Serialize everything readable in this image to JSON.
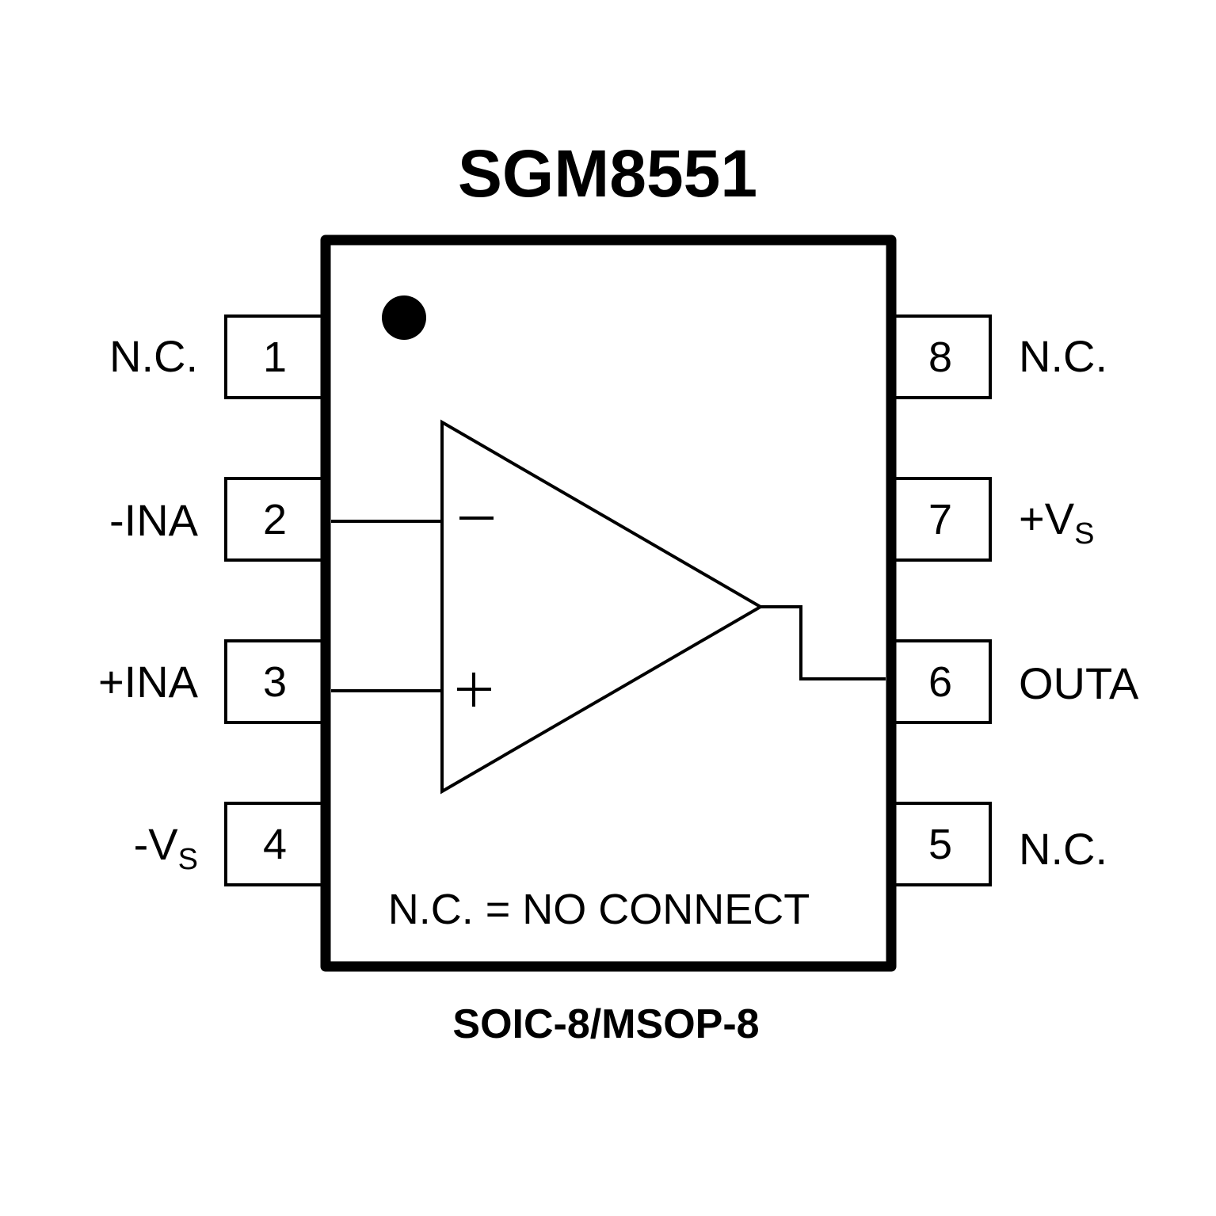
{
  "title": "SGM8551",
  "package": "SOIC-8/MSOP-8",
  "note": "N.C. = NO CONNECT",
  "colors": {
    "stroke": "#000000",
    "background": "#ffffff"
  },
  "pins_left": [
    {
      "number": "1",
      "label": "N.C.",
      "sub": ""
    },
    {
      "number": "2",
      "label": "-INA",
      "sub": ""
    },
    {
      "number": "3",
      "label": "+INA",
      "sub": ""
    },
    {
      "number": "4",
      "label": "-V",
      "sub": "S"
    }
  ],
  "pins_right": [
    {
      "number": "8",
      "label": "N.C.",
      "sub": ""
    },
    {
      "number": "7",
      "label": "+V",
      "sub": "S"
    },
    {
      "number": "6",
      "label": "OUTA",
      "sub": ""
    },
    {
      "number": "5",
      "label": "N.C.",
      "sub": ""
    }
  ],
  "opamp": {
    "inverting_symbol": "−",
    "noninverting_symbol": "+"
  },
  "pin1_marker": "pin1-dot"
}
